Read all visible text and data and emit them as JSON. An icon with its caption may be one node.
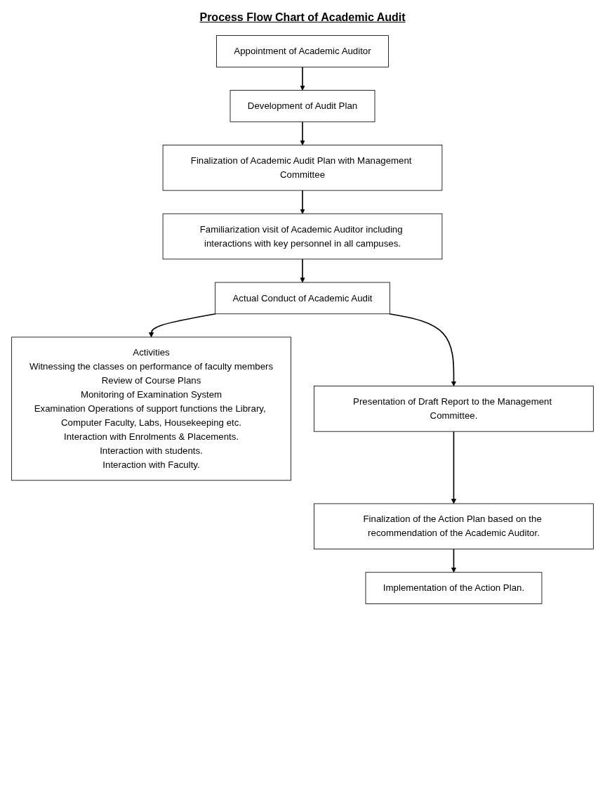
{
  "diagram": {
    "title": "Process Flow Chart of Academic Audit",
    "nodes": [
      {
        "text": [
          "Appointment of Academic Auditor"
        ]
      },
      {
        "text": [
          "Development of Audit Plan"
        ]
      },
      {
        "text": [
          "Finalization of Academic Audit Plan with Management Committee"
        ]
      },
      {
        "text": [
          "Familiarization visit of Academic Auditor including interactions with key personnel in all campuses."
        ]
      },
      {
        "text": [
          "Actual Conduct of Academic Audit"
        ]
      },
      {
        "text": [
          "Activities",
          "Witnessing the classes on performance of faculty members",
          "Review of Course Plans",
          "Monitoring of Examination System",
          "Examination Operations of support functions the Library, Computer Faculty, Labs, Housekeeping etc.",
          "Interaction with Enrolments & Placements.",
          "Interaction with students.",
          "Interaction with Faculty."
        ]
      },
      {
        "text": [
          "Presentation of Draft Report to the Management Committee."
        ]
      },
      {
        "text": [
          "Finalization of the Action Plan based on the recommendation of the Academic Auditor."
        ]
      },
      {
        "text": [
          "Implementation of the Action Plan."
        ]
      }
    ],
    "edges": [
      {
        "from": 0,
        "to": 1,
        "arrow": "to"
      },
      {
        "from": 1,
        "to": 2,
        "arrow": "to"
      },
      {
        "from": 2,
        "to": 3,
        "arrow": "to"
      },
      {
        "from": 3,
        "to": 4,
        "arrow": "to"
      },
      {
        "from": 4,
        "to": 6,
        "arrow": "to"
      },
      {
        "from": 4,
        "to": 5,
        "arrow": "to"
      },
      {
        "from": 6,
        "to": 7,
        "arrow": "to"
      },
      {
        "from": 7,
        "to": 8,
        "arrow": "to"
      }
    ]
  }
}
